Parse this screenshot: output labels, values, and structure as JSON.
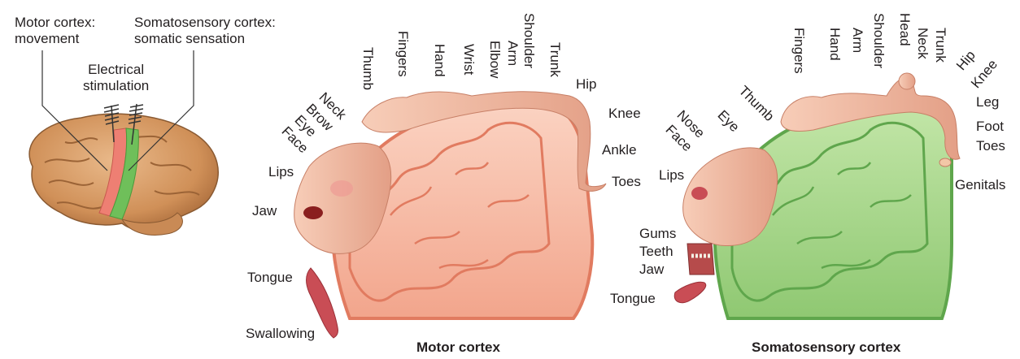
{
  "left_brain": {
    "motor_label": [
      "Motor cortex:",
      "movement"
    ],
    "somato_label": [
      "Somatosensory cortex:",
      "somatic sensation"
    ],
    "stim_label": [
      "Electrical",
      "stimulation"
    ]
  },
  "motor": {
    "title": "Motor cortex",
    "labels": {
      "thumb": "Thumb",
      "fingers": "Fingers",
      "hand": "Hand",
      "wrist": "Wrist",
      "elbow": "Elbow",
      "arm": "Arm",
      "shoulder": "Shoulder",
      "trunk": "Trunk",
      "hip": "Hip",
      "knee": "Knee",
      "ankle": "Ankle",
      "toes": "Toes",
      "neck": "Neck",
      "brow": "Brow",
      "eye": "Eye",
      "face": "Face",
      "lips": "Lips",
      "jaw": "Jaw",
      "tongue": "Tongue",
      "swallowing": "Swallowing"
    }
  },
  "somato": {
    "title": "Somatosensory cortex",
    "labels": {
      "fingers": "Fingers",
      "hand": "Hand",
      "arm": "Arm",
      "shoulder": "Shoulder",
      "head": "Head",
      "neck": "Neck",
      "trunk": "Trunk",
      "hip": "Hip",
      "knee": "Knee",
      "leg": "Leg",
      "foot": "Foot",
      "toes": "Toes",
      "genitals": "Genitals",
      "thumb": "Thumb",
      "eye": "Eye",
      "nose": "Nose",
      "face": "Face",
      "lips": "Lips",
      "gums": "Gums",
      "teeth": "Teeth",
      "jaw": "Jaw",
      "tongue": "Tongue"
    }
  },
  "colors": {
    "motor_fill": "#f6b9a4",
    "motor_edge": "#e9836a",
    "somato_fill": "#a8d68a",
    "somato_edge": "#6fb25a",
    "brain": "#d9a070",
    "brain_sulci": "#b87b4c",
    "skin": "#f0b7a0"
  }
}
